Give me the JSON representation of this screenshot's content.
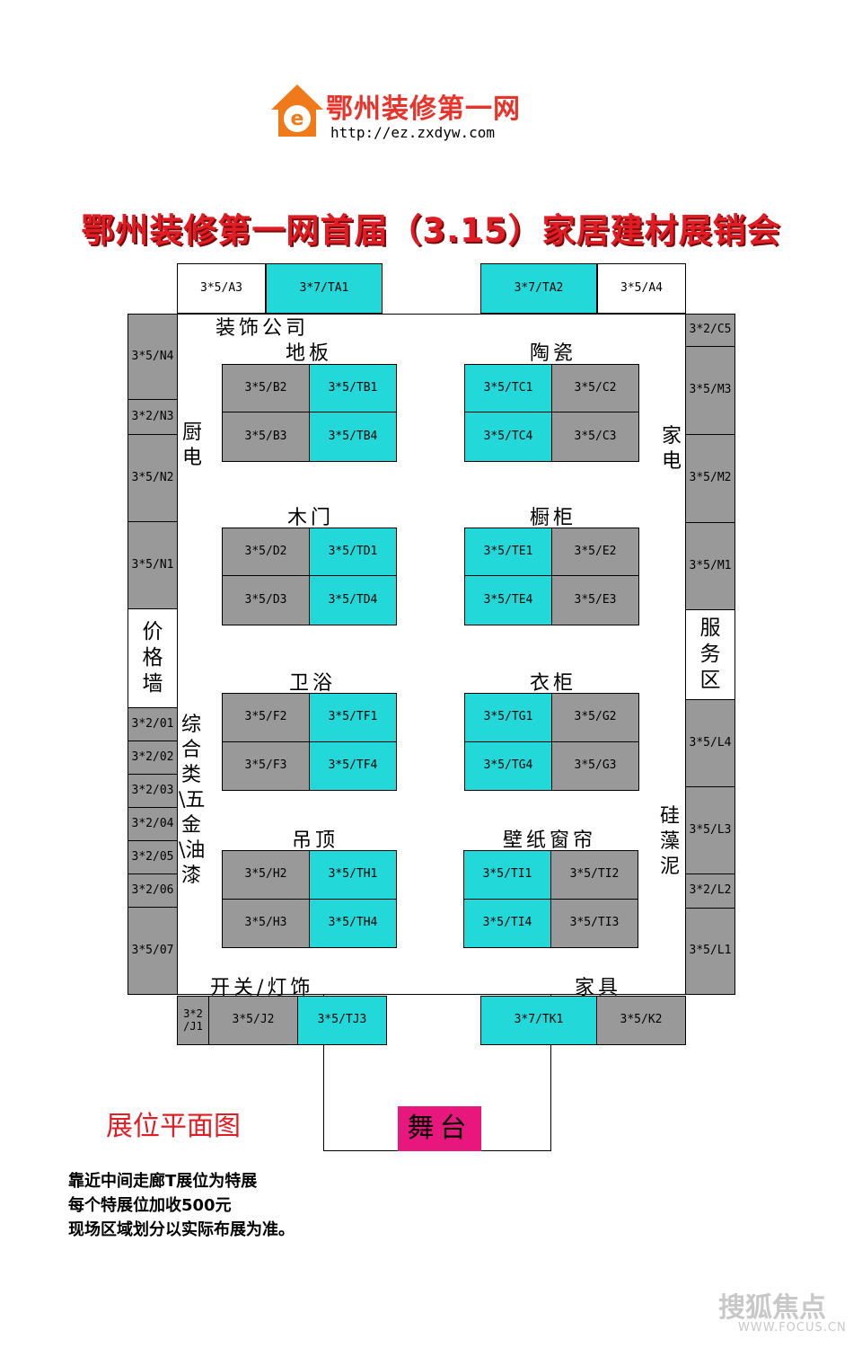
{
  "logo": {
    "name": "鄂州装修第一网",
    "url": "http://ez.zxdyw.com"
  },
  "title": "鄂州装修第一网首届（3.15）家居建材展销会",
  "categories": {
    "decor_company": "装饰公司",
    "floor": "地板",
    "ceramic": "陶瓷",
    "wood_door": "木门",
    "cabinet": "橱柜",
    "bath": "卫浴",
    "wardrobe": "衣柜",
    "ceiling": "吊顶",
    "wallpaper": "壁纸窗帘",
    "switch_light": "开关/灯饰",
    "furniture": "家具",
    "kitchen_appliance": "厨电",
    "home_appliance": "家电",
    "general_hardware": "综合类\\五金\\油漆",
    "diatom_mud": "硅藻泥"
  },
  "areas": {
    "price_wall": "价格墙",
    "service_area": "服务区",
    "stage": "舞台"
  },
  "booths": {
    "A3": "3*5/A3",
    "TA1": "3*7/TA1",
    "TA2": "3*7/TA2",
    "A4": "3*5/A4",
    "B2": "3*5/B2",
    "TB1": "3*5/TB1",
    "B3": "3*5/B3",
    "TB4": "3*5/TB4",
    "TC1": "3*5/TC1",
    "C2": "3*5/C2",
    "TC4": "3*5/TC4",
    "C3": "3*5/C3",
    "D2": "3*5/D2",
    "TD1": "3*5/TD1",
    "D3": "3*5/D3",
    "TD4": "3*5/TD4",
    "TE1": "3*5/TE1",
    "E2": "3*5/E2",
    "TE4": "3*5/TE4",
    "E3": "3*5/E3",
    "F2": "3*5/F2",
    "TF1": "3*5/TF1",
    "F3": "3*5/F3",
    "TF4": "3*5/TF4",
    "TG1": "3*5/TG1",
    "G2": "3*5/G2",
    "TG4": "3*5/TG4",
    "G3": "3*5/G3",
    "H2": "3*5/H2",
    "TH1": "3*5/TH1",
    "H3": "3*5/H3",
    "TH4": "3*5/TH4",
    "TI1": "3*5/TI1",
    "TI2": "3*5/TI2",
    "TI4": "3*5/TI4",
    "TI3": "3*5/TI3",
    "N4": "3*5/N4",
    "N3": "3*2/N3",
    "N2": "3*5/N2",
    "N1": "3*5/N1",
    "O1": "3*2/01",
    "O2": "3*2/02",
    "O3": "3*2/03",
    "O4": "3*2/04",
    "O5": "3*2/05",
    "O6": "3*2/06",
    "O7": "3*5/07",
    "C5": "3*2/C5",
    "M3": "3*5/M3",
    "M2": "3*5/M2",
    "M1": "3*5/M1",
    "L4": "3*5/L4",
    "L3": "3*5/L3",
    "L2": "3*2/L2",
    "L1": "3*5/L1",
    "J1": "3*2\n/J1",
    "J2": "3*5/J2",
    "TJ3": "3*5/TJ3",
    "TK1": "3*7/TK1",
    "K2": "3*5/K2"
  },
  "legend": {
    "plan_label": "展位平面图",
    "notes": [
      "靠近中间走廊T展位为特展",
      "每个特展位加收500元",
      "现场区域划分以实际布展为准。"
    ]
  },
  "watermark": {
    "brand": "搜狐焦点",
    "url": "WWW.FOCUS.CN"
  },
  "colors": {
    "special_booth": "#22d8d8",
    "standard_booth": "#999999",
    "stage": "#e8177e",
    "title": "#e01c24"
  }
}
